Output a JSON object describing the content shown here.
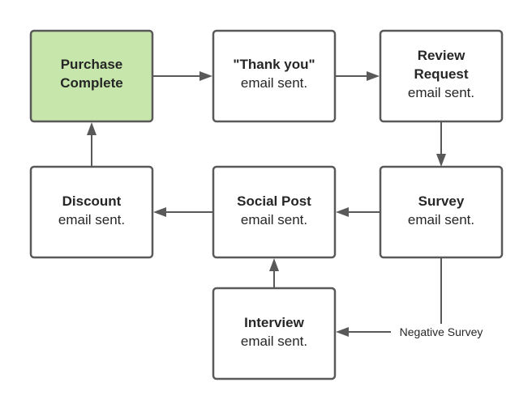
{
  "nodes": {
    "purchase": {
      "title1": "Purchase",
      "title2": "Complete",
      "sub": ""
    },
    "thanks": {
      "title1": "\"Thank you\"",
      "title2": "",
      "sub": "email sent."
    },
    "review": {
      "title1": "Review",
      "title2": "Request",
      "sub": "email sent."
    },
    "survey": {
      "title1": "Survey",
      "title2": "",
      "sub": "email sent."
    },
    "social": {
      "title1": "Social Post",
      "title2": "",
      "sub": "email sent."
    },
    "discount": {
      "title1": "Discount",
      "title2": "",
      "sub": "email sent."
    },
    "interview": {
      "title1": "Interview",
      "title2": "",
      "sub": "email sent."
    }
  },
  "edges": [
    {
      "from": "purchase",
      "to": "thanks",
      "label": ""
    },
    {
      "from": "thanks",
      "to": "review",
      "label": ""
    },
    {
      "from": "review",
      "to": "survey",
      "label": ""
    },
    {
      "from": "survey",
      "to": "social",
      "label": ""
    },
    {
      "from": "social",
      "to": "discount",
      "label": ""
    },
    {
      "from": "discount",
      "to": "purchase",
      "label": ""
    },
    {
      "from": "interview",
      "to": "social",
      "label": ""
    },
    {
      "from": "survey",
      "to": "interview",
      "label": "Negative Survey"
    }
  ],
  "colors": {
    "start_fill": "#c6e6ab",
    "box_stroke": "#595959",
    "text": "#262626"
  }
}
